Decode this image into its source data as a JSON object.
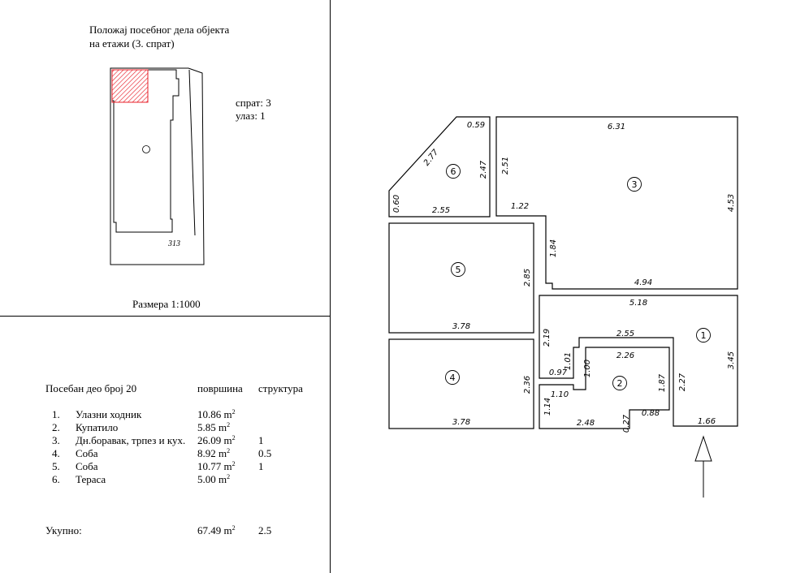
{
  "locator": {
    "title_line1": "Положај посебног дела објекта",
    "title_line2": "на етажи (3. спрат)",
    "floor_label": "спрат: 3",
    "entrance_label": "улаз: 1",
    "parcel_number": "313",
    "building_mark": "①",
    "scale_label": "Размера 1:1000",
    "highlight_color": "#e8202a"
  },
  "table": {
    "header": {
      "unit_label": "Посебан део број  20",
      "area_header": "површина",
      "structure_header": "структура"
    },
    "unit_suffix": "m",
    "unit_exp": "2",
    "rows": [
      {
        "num": "1.",
        "name": "Улазни ходник",
        "area": "10.86",
        "structure": ""
      },
      {
        "num": "2.",
        "name": "Купатило",
        "area": "5.85",
        "structure": ""
      },
      {
        "num": "3.",
        "name": "Дн.боравак, трпез и кух.",
        "area": "26.09",
        "structure": "1"
      },
      {
        "num": "4.",
        "name": "Соба",
        "area": "8.92",
        "structure": "0.5"
      },
      {
        "num": "5.",
        "name": "Соба",
        "area": "10.77",
        "structure": "1"
      },
      {
        "num": "6.",
        "name": "Тераса",
        "area": "5.00",
        "structure": ""
      }
    ],
    "total": {
      "label": "Укупно:",
      "area": "67.49",
      "structure": "2.5"
    }
  },
  "plan": {
    "room_numbers": [
      "1",
      "2",
      "3",
      "4",
      "5",
      "6"
    ],
    "dimensions": {
      "r6_top": "0.59",
      "r6_diag": "2.77",
      "r6_right": "2.47",
      "r6_left": "0.60",
      "r6_bottom": "2.55",
      "r3_top": "6.31",
      "r3_left": "2.51",
      "r3_step": "1.22",
      "r3_inner": "1.84",
      "r3_bottom": "4.94",
      "r3_right": "4.53",
      "r5_right": "2.85",
      "r5_bottom": "3.78",
      "r4_right": "2.36",
      "r4_bottom": "3.78",
      "r1_top": "5.18",
      "r1_left": "2.19",
      "r1_inner_top": "2.55",
      "r1_inner_right": "2.27",
      "r1_right": "3.45",
      "r1_bottom": "1.66",
      "r2_top": "2.26",
      "r2_left": "1.00",
      "r2_right": "1.87",
      "r2_step": "0.88",
      "r2_step_v": "0.27",
      "r2_bottom": "2.48",
      "r2_left_low": "1.14",
      "r2_notch": "1.10",
      "r1_notch_h": "0.97",
      "r1_notch_v": "1.01"
    }
  }
}
